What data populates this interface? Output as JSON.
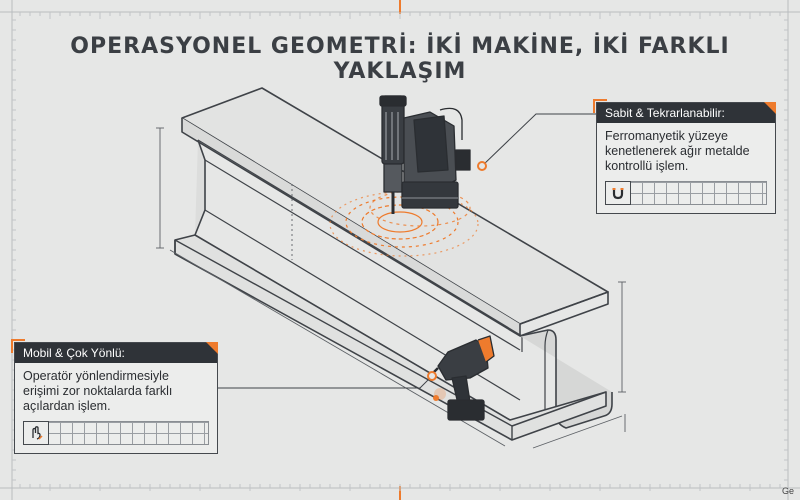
{
  "title": "OPERASYONEL GEOMETRİ: İKİ MAKİNE, İKİ FARKLI YAKLAŞIM",
  "card_fixed": {
    "header": "Sabit & Tekrarlanabilir:",
    "text": [
      "Ferromanyetik yüzeye",
      "kenetlenerek ağır metalde",
      "kontrollü işlem."
    ],
    "icon": "magnet-icon"
  },
  "card_mobile": {
    "header": "Mobil & Çok Yönlü:",
    "text": [
      "Operatör yönlendirmesiyle",
      "erişimi zor noktalarda farklı",
      "açılardan işlem."
    ],
    "icon": "hand-angle-icon"
  },
  "logo": "Ge",
  "colors": {
    "accent": "#ee7b2d",
    "line": "#3f4348",
    "bg": "#e6e7e6",
    "dark": "#2f3338"
  }
}
